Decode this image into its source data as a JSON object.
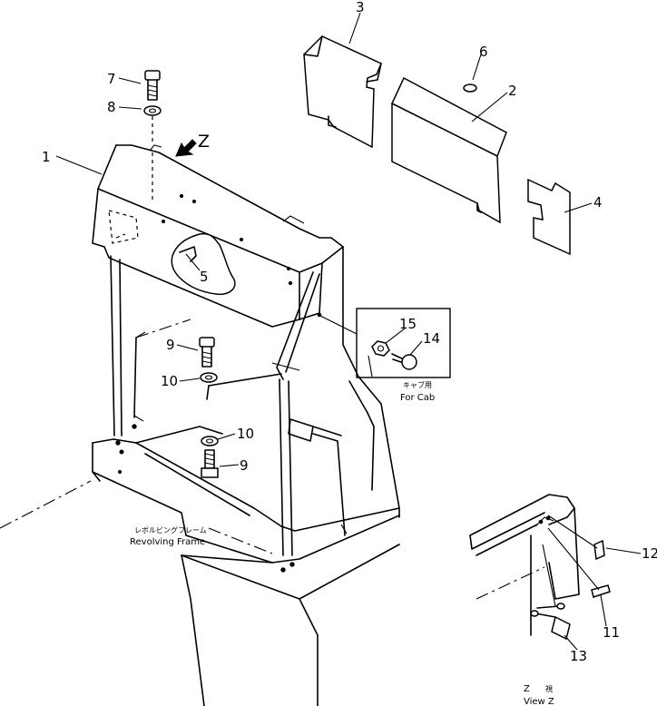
{
  "parts": [
    {
      "id": "part-1",
      "number": "1"
    },
    {
      "id": "part-2",
      "number": "2"
    },
    {
      "id": "part-3",
      "number": "3"
    },
    {
      "id": "part-4",
      "number": "4"
    },
    {
      "id": "part-5",
      "number": "5"
    },
    {
      "id": "part-6",
      "number": "6"
    },
    {
      "id": "part-7",
      "number": "7"
    },
    {
      "id": "part-8",
      "number": "8"
    },
    {
      "id": "part-9a",
      "number": "9"
    },
    {
      "id": "part-10a",
      "number": "10"
    },
    {
      "id": "part-10b",
      "number": "10"
    },
    {
      "id": "part-9b",
      "number": "9"
    },
    {
      "id": "part-11",
      "number": "11"
    },
    {
      "id": "part-12",
      "number": "12"
    },
    {
      "id": "part-13",
      "number": "13"
    },
    {
      "id": "part-14",
      "number": "14"
    },
    {
      "id": "part-15",
      "number": "15"
    }
  ],
  "view_arrow_label": "Z",
  "for_cab": {
    "jp": "キャブ用",
    "en": "For Cab"
  },
  "revolving_frame": {
    "jp": "レボルビングフレーム",
    "en": "Revolving Frame"
  },
  "view_z": {
    "jp_letter": "Z",
    "jp_kanji": "視",
    "en": "View Z"
  }
}
